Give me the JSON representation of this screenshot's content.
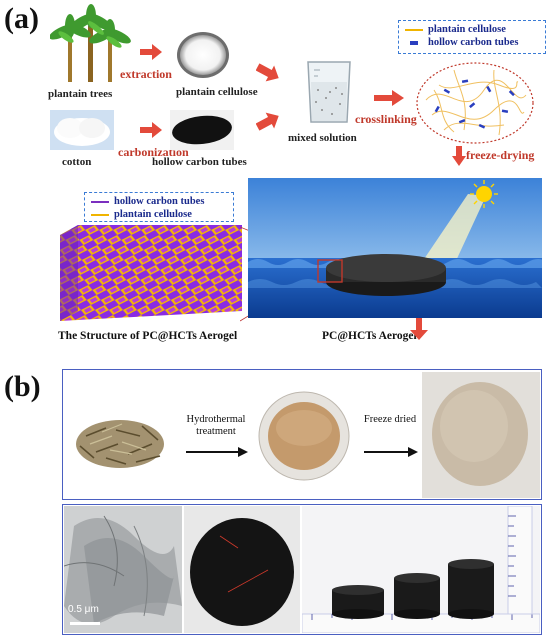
{
  "panel_a": {
    "letter": "(a)",
    "labels": {
      "plantain_trees": "plantain trees",
      "extraction": "extraction",
      "plantain_cellulose": "plantain cellulose",
      "cotton": "cotton",
      "carbonization": "carbonization",
      "hollow_carbon_tubes": "hollow carbon tubes",
      "mixed_solution": "mixed solution",
      "crosslinking": "crosslinking",
      "freeze_drying": "freeze-drying"
    },
    "legend_top": {
      "item1": "plantain cellulose",
      "item2": "hollow carbon tubes"
    },
    "legend_bottom": {
      "item1": "hollow carbon tubes",
      "item2": "plantain cellulose"
    },
    "captions": {
      "structure": "The Structure of PC@HCTs Aerogel",
      "aerogel": "PC@HCTs Aerogel"
    }
  },
  "panel_b": {
    "letter": "(b)",
    "step1": "Hydrothermal treatment",
    "step2": "Freeze dried",
    "scale_bar": "0.5 μm"
  },
  "colors": {
    "red_arrow": "#e34a3b",
    "red_text": "#c0392b",
    "legend_border": "#3a7bd5",
    "hct_line": "#7b2fbf",
    "pc_line": "#f0b400",
    "frame_blue": "#4a5fc1"
  }
}
